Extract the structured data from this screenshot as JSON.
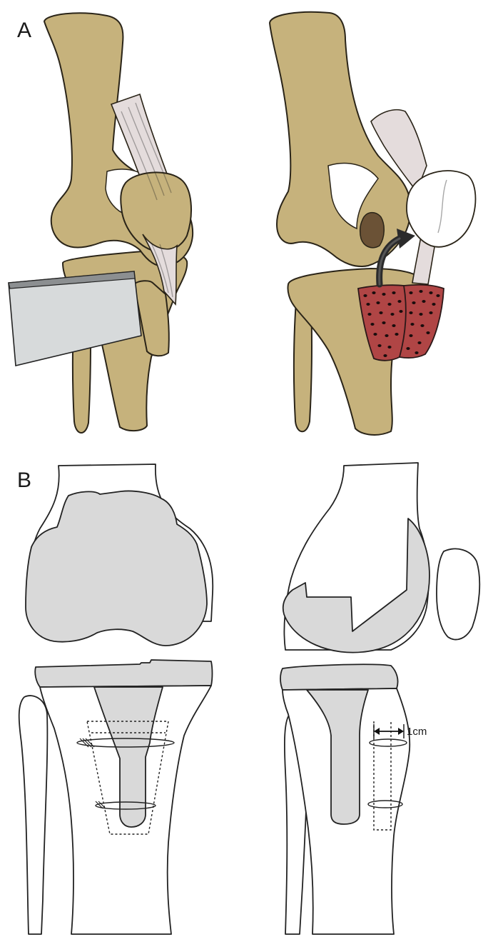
{
  "figure": {
    "panel_a_label": "A",
    "panel_b_label": "B",
    "measurement_label": "1cm"
  },
  "colors": {
    "bone": "#c6b27c",
    "tendon": "#e4dcdc",
    "bone_graft": "#b04545",
    "implant": "#d9d9d9",
    "cut_surface": "#6b5236",
    "saw_blade": "#d7dadb"
  },
  "icons": {
    "graft_transfer_arrow": "curved-arrow-icon"
  }
}
